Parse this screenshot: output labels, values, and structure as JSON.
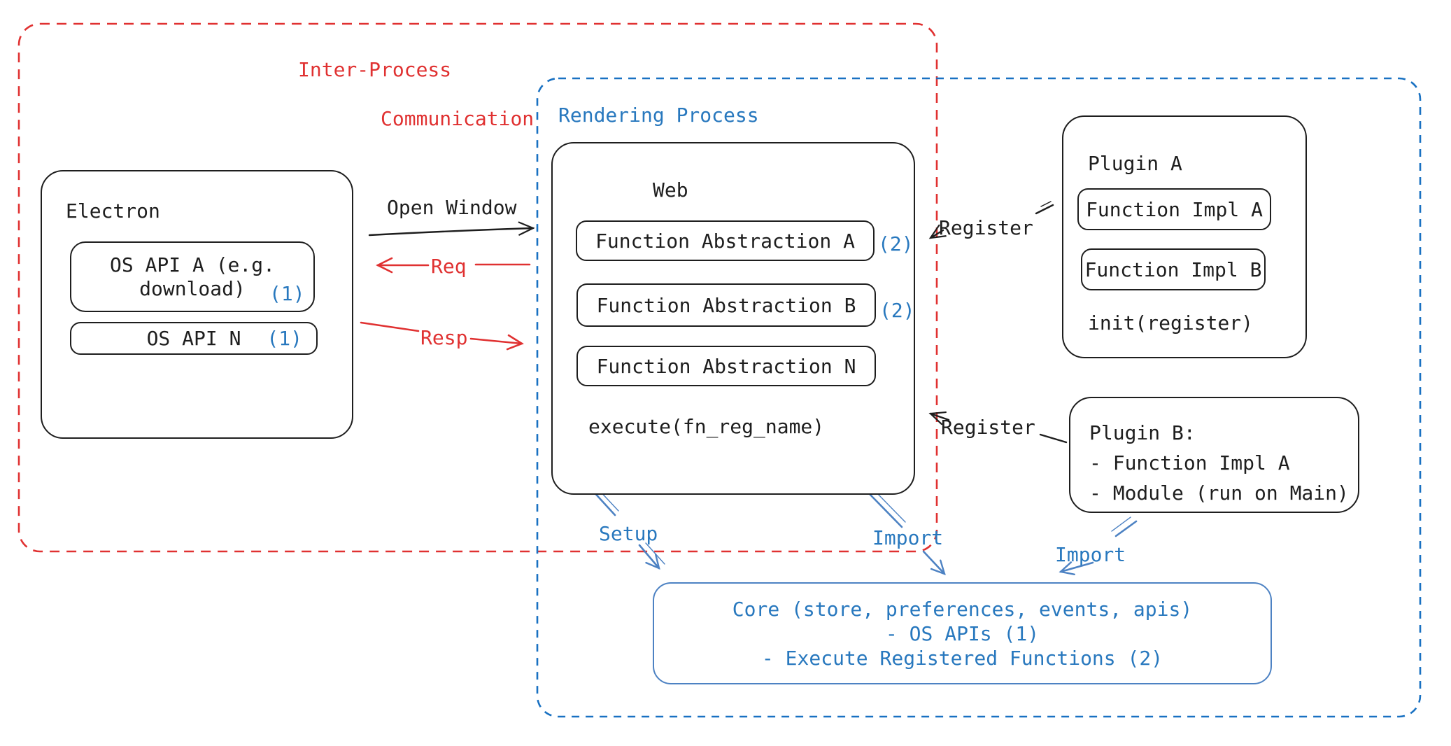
{
  "colors": {
    "red": "#e03131",
    "blue": "#1971c2",
    "blue_text": "#2878be",
    "blue_soft": "#4d82c3",
    "black": "#1e1e1e"
  },
  "frames": {
    "ipc": {
      "label_line1": "Inter-Process",
      "label_line2": "Communication"
    },
    "rendering": {
      "label": "Rendering Process"
    }
  },
  "electron": {
    "title": "Electron",
    "os_api_a": {
      "line1": "OS API A (e.g.",
      "line2": "download)",
      "badge": "(1)"
    },
    "os_api_n": {
      "label": "OS API N",
      "badge": "(1)"
    }
  },
  "web": {
    "title": "Web",
    "fa_a": {
      "label": "Function Abstraction A",
      "badge": "(2)"
    },
    "fa_b": {
      "label": "Function Abstraction B",
      "badge": "(2)"
    },
    "fa_n": {
      "label": "Function Abstraction N"
    },
    "execute": "execute(fn_reg_name)"
  },
  "plugin_a": {
    "title": "Plugin A",
    "impl_a": "Function Impl A",
    "impl_b": "Function Impl B",
    "init": "init(register)"
  },
  "plugin_b": {
    "line1": "Plugin B:",
    "line2": "- Function Impl A",
    "line3": "- Module (run on Main)"
  },
  "core": {
    "line1": "Core (store, preferences, events, apis)",
    "line2": "- OS APIs (1)",
    "line3": "- Execute Registered Functions (2)"
  },
  "arrows": {
    "open_window": "Open Window",
    "req": "Req",
    "resp": "Resp",
    "register_top": "Register",
    "register_bottom": "Register",
    "setup": "Setup",
    "import_left": "Import",
    "import_right": "Import"
  }
}
